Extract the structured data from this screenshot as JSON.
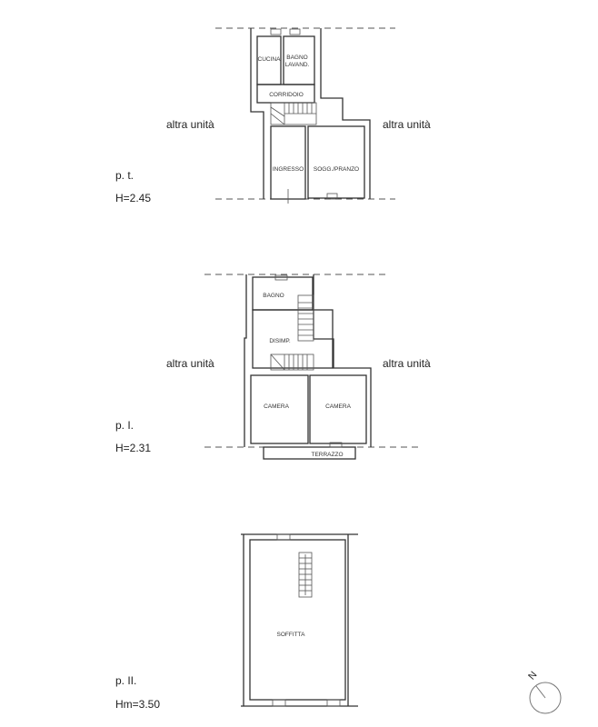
{
  "ground_floor": {
    "level": "p. t.",
    "height": "H=2.45",
    "neighbor_left": "altra unità",
    "neighbor_right": "altra unità",
    "rooms": [
      "CUCINA",
      "BAGNO",
      "LAVAND.",
      "CORRIDOIO",
      "INGRESSO",
      "SOGG./PRANZO"
    ]
  },
  "first_floor": {
    "level": "p. I.",
    "height": "H=2.31",
    "neighbor_left": "altra unità",
    "neighbor_right": "altra unità",
    "rooms": [
      "BAGNO",
      "DISIMP.",
      "CAMERA",
      "CAMERA",
      "TERRAZZO"
    ]
  },
  "second_floor": {
    "level": "p. II.",
    "height": "Hm=3.50",
    "rooms": [
      "SOFFITTA"
    ]
  },
  "compass": {
    "label": "N",
    "icon": "north-arrow-icon"
  },
  "colors": {
    "lines": "#333333",
    "background": "#ffffff"
  }
}
